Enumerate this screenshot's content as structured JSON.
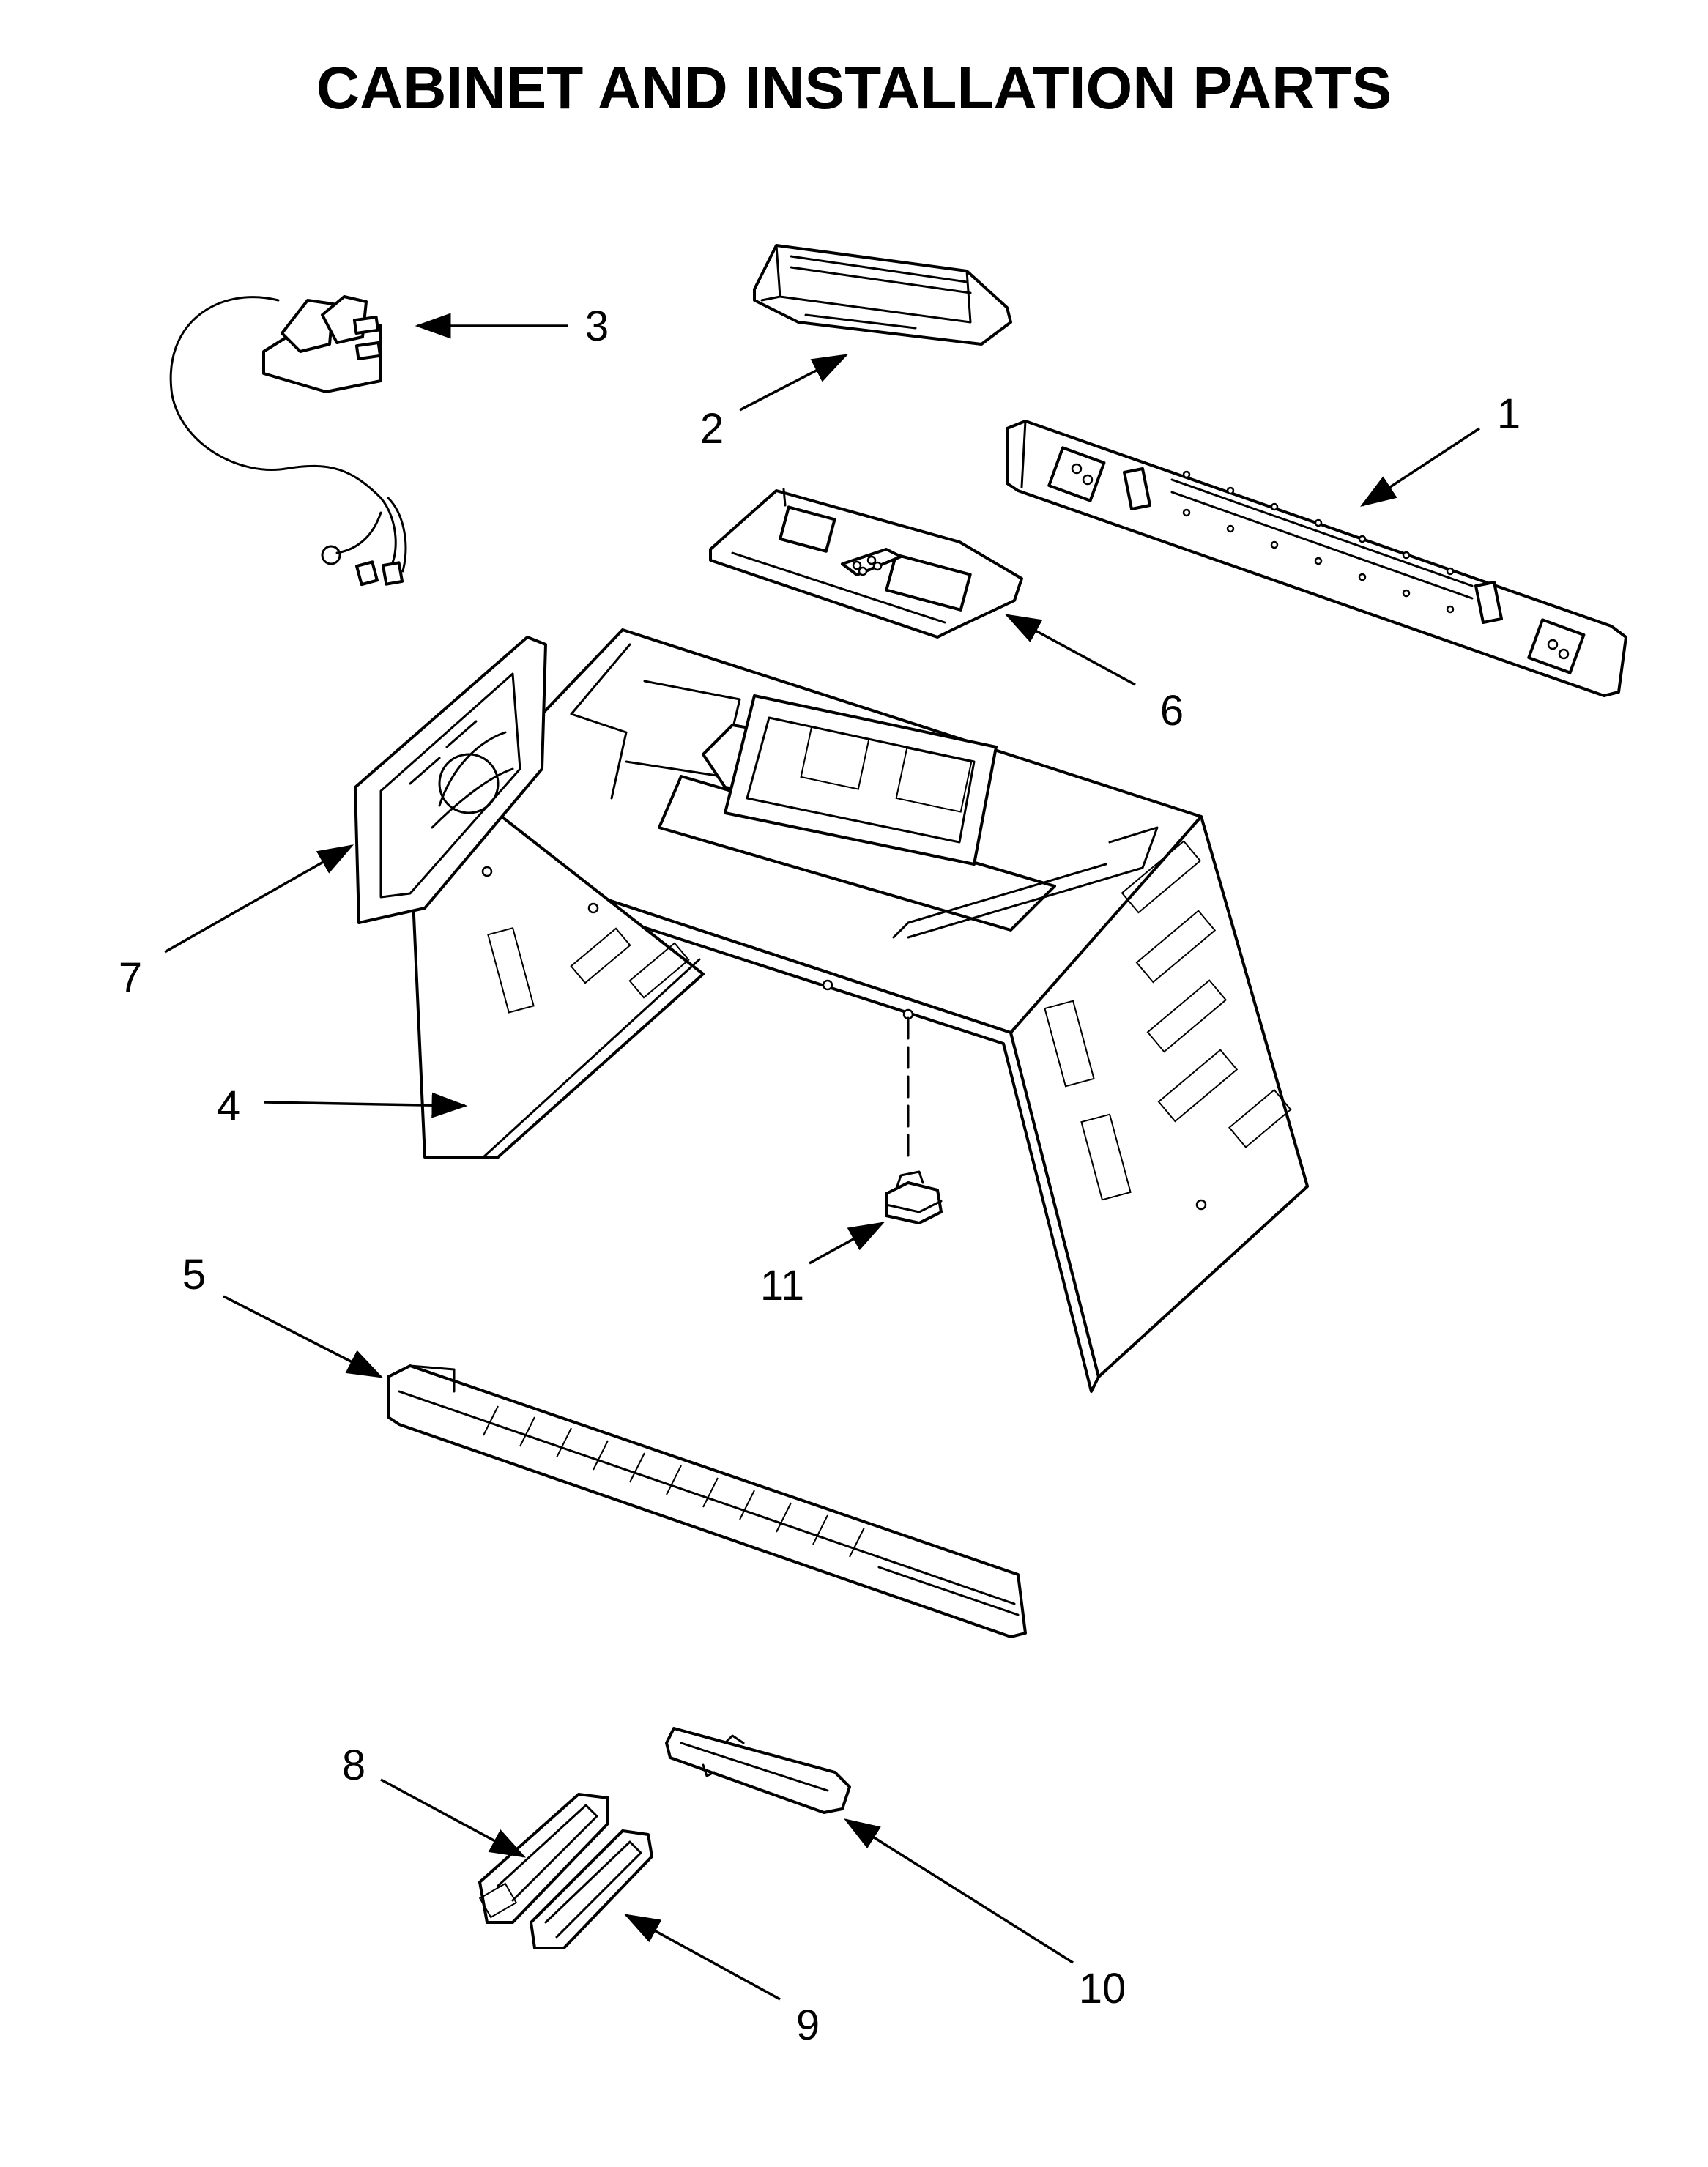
{
  "title": "CABINET AND INSTALLATION PARTS",
  "callouts": [
    {
      "id": "1",
      "label": "1"
    },
    {
      "id": "2",
      "label": "2"
    },
    {
      "id": "3",
      "label": "3"
    },
    {
      "id": "4",
      "label": "4"
    },
    {
      "id": "5",
      "label": "5"
    },
    {
      "id": "6",
      "label": "6"
    },
    {
      "id": "7",
      "label": "7"
    },
    {
      "id": "8",
      "label": "8"
    },
    {
      "id": "9",
      "label": "9"
    },
    {
      "id": "10",
      "label": "10"
    },
    {
      "id": "11",
      "label": "11"
    }
  ]
}
